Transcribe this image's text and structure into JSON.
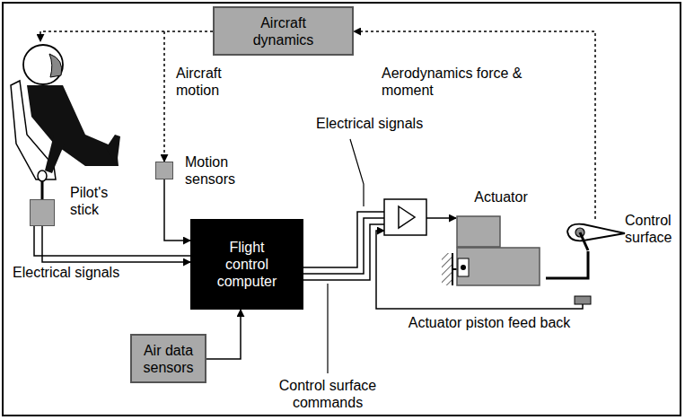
{
  "diagram": {
    "nodes": [
      {
        "text": [
          "Aircraft dynamics"
        ]
      },
      {
        "text": [
          "Motion sensors"
        ]
      },
      {
        "text": [
          "Pilot's stick"
        ]
      },
      {
        "text": [
          "Flight control computer"
        ]
      },
      {
        "text": [
          "Air data sensors"
        ]
      },
      {
        "text": [
          "Actuator"
        ]
      },
      {
        "text": [
          "Control surface"
        ]
      }
    ],
    "edges": [
      {
        "from": 6,
        "to": 0,
        "label": "Aerodynamics force & moment",
        "arrow": "to"
      },
      {
        "from": 0,
        "to": 1,
        "label": "Aircraft motion",
        "arrow": "to"
      },
      {
        "from": 2,
        "to": 3,
        "label": "Electrical signals",
        "arrow": "to"
      },
      {
        "from": 1,
        "to": 3,
        "arrow": "to"
      },
      {
        "from": 4,
        "to": 3,
        "arrow": "to"
      },
      {
        "from": 3,
        "to": 5,
        "label": "Control surface commands",
        "arrow": "to"
      },
      {
        "from": 5,
        "to": 6,
        "arrow": "none"
      }
    ],
    "labels": [
      "Electrical signals",
      "Actuator piston feed back"
    ]
  }
}
